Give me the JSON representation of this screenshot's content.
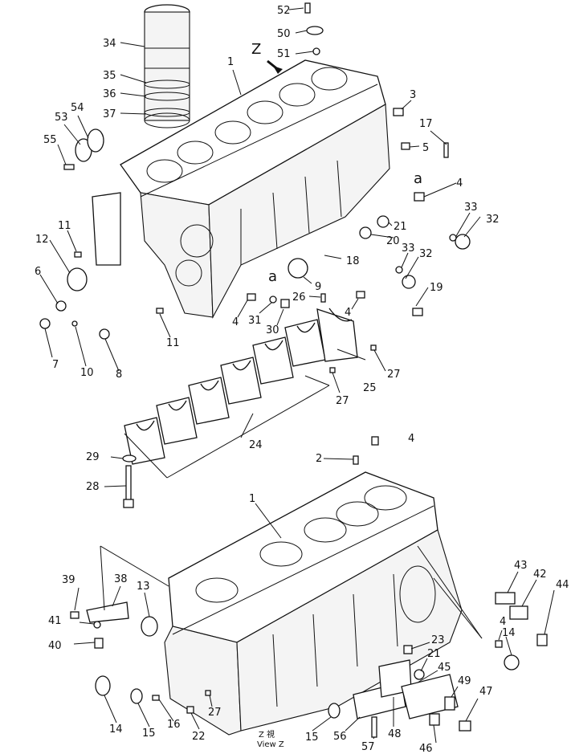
{
  "diagram": {
    "view_label_jp": "Z 視",
    "view_label_en": "View Z",
    "arrow_label": "Z",
    "ref_label": "a",
    "callouts": [
      "52",
      "50",
      "51",
      "34",
      "35",
      "36",
      "37",
      "1",
      "3",
      "17",
      "5",
      "53",
      "54",
      "55",
      "4",
      "33",
      "32",
      "11",
      "21",
      "12",
      "20",
      "33",
      "32",
      "6",
      "18",
      "9",
      "19",
      "26",
      "4",
      "7",
      "10",
      "8",
      "11",
      "31",
      "30",
      "4",
      "27",
      "25",
      "27",
      "24",
      "29",
      "28",
      "2",
      "4",
      "1",
      "43",
      "42",
      "44",
      "39",
      "38",
      "13",
      "4",
      "41",
      "40",
      "14",
      "23",
      "21",
      "45",
      "49",
      "47",
      "14",
      "15",
      "16",
      "22",
      "27",
      "15",
      "56",
      "57",
      "48",
      "46"
    ]
  }
}
